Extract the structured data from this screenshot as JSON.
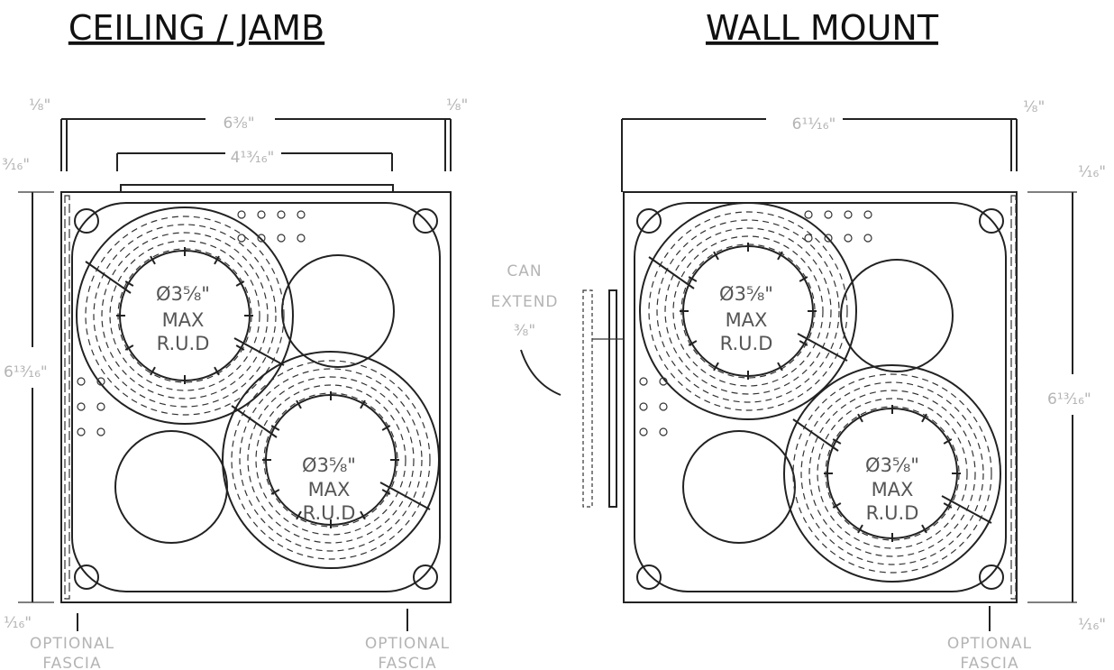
{
  "titles": {
    "left": "CEILING / JAMB",
    "right": "WALL MOUNT"
  },
  "ceiling_jamb": {
    "dim_top_width": "6³⁄₈\"",
    "dim_plate_width": "4¹³⁄₁₆\"",
    "dim_left_gap": "¹⁄₈\"",
    "dim_right_gap": "¹⁄₈\"",
    "dim_top_offset": "³⁄₁₆\"",
    "dim_height": "6¹³⁄₁₆\"",
    "dim_bottom_offset": "¹⁄₁₆\"",
    "fascia_left": [
      "OPTIONAL",
      "FASCIA"
    ],
    "fascia_right": [
      "OPTIONAL",
      "FASCIA"
    ],
    "ring_upper": [
      "Ø3⁵⁄₈\"",
      "MAX",
      "R.U.D"
    ],
    "ring_lower": [
      "Ø3⁵⁄₈\"",
      "MAX",
      "R.U.D"
    ]
  },
  "wall_mount": {
    "dim_top_width": "6¹¹⁄₁₆\"",
    "dim_right_gap": "¹⁄₈\"",
    "dim_top_offset": "¹⁄₁₆\"",
    "dim_height": "6¹³⁄₁₆\"",
    "dim_bottom_offset": "¹⁄₁₆\"",
    "extend_note": [
      "CAN",
      "EXTEND",
      "³⁄₈\""
    ],
    "fascia": [
      "OPTIONAL",
      "FASCIA"
    ],
    "ring_upper": [
      "Ø3⁵⁄₈\"",
      "MAX",
      "R.U.D"
    ],
    "ring_lower": [
      "Ø3⁵⁄₈\"",
      "MAX",
      "R.U.D"
    ]
  }
}
